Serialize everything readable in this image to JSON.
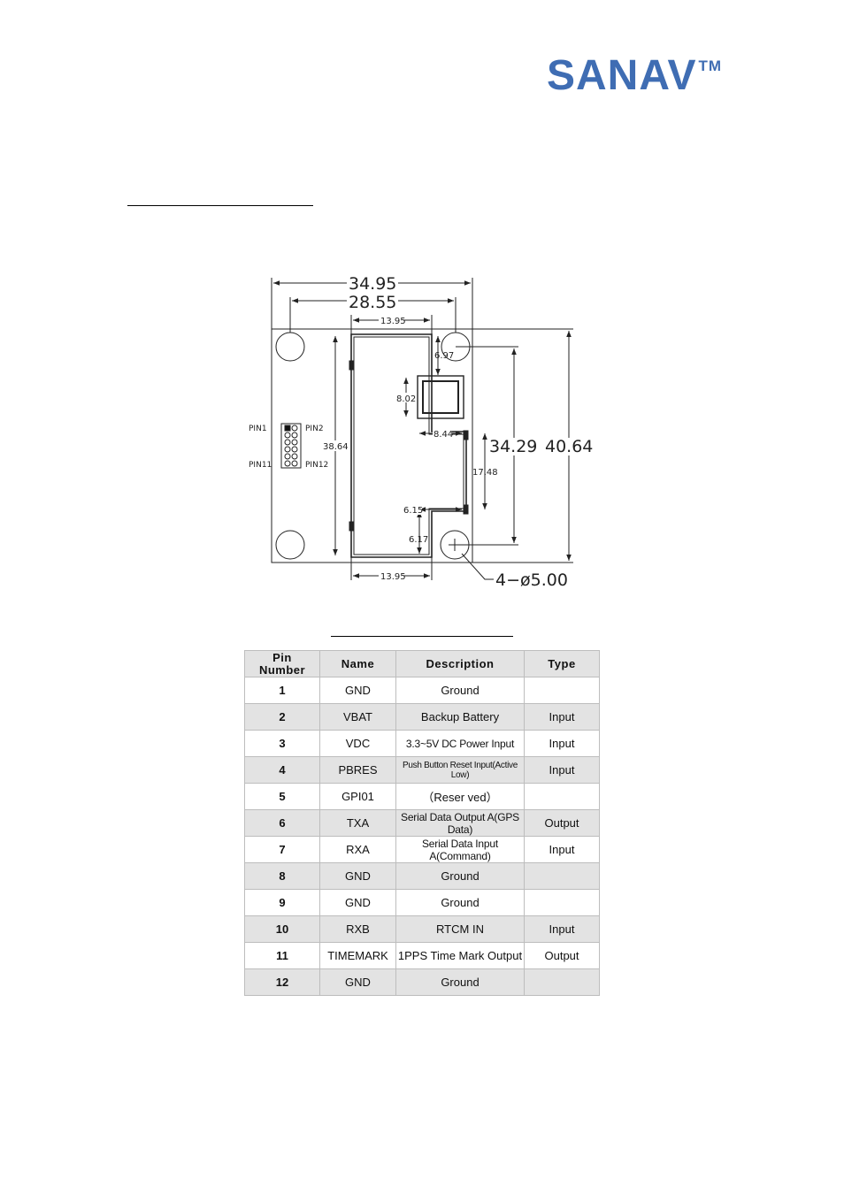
{
  "brand": {
    "name": "SANAV",
    "tm": "TM",
    "color": "#3f6db3"
  },
  "drawing": {
    "dim_total_width": "34.95",
    "dim_hole_spacing": "28.55",
    "dim_cutout_top": "13.95",
    "dim_cutout_bottom": "13.95",
    "dim_a": "6.97",
    "dim_b": "8.02",
    "dim_c": "8.44",
    "dim_d": "17.48",
    "dim_e": "6.15",
    "dim_f": "6.17",
    "dim_g": "38.64",
    "dim_height_inner": "34.29",
    "dim_height_total": "40.64",
    "holes": "4−ø5.00",
    "pin_labels": {
      "pin1": "PIN1",
      "pin2": "PIN2",
      "pin11": "PIN11",
      "pin12": "PIN12"
    }
  },
  "table": {
    "headers": [
      "Pin\nNumber",
      "Name",
      "Description",
      "Type"
    ],
    "header_pin": [
      "Pin",
      "Number"
    ],
    "header_name": "Name",
    "header_desc": "Description",
    "header_type": "Type",
    "rows": [
      {
        "pin": "1",
        "name": "GND",
        "desc": "Ground",
        "type": ""
      },
      {
        "pin": "2",
        "name": "VBAT",
        "desc": "Backup Battery",
        "type": "Input"
      },
      {
        "pin": "3",
        "name": "VDC",
        "desc": "3.3~5V DC Power Input",
        "type": "Input"
      },
      {
        "pin": "4",
        "name": "PBRES",
        "desc": "Push Button  Reset Input(Active Low)",
        "type": "Input"
      },
      {
        "pin": "5",
        "name": "GPI01",
        "desc": "（Reser ved）",
        "type": ""
      },
      {
        "pin": "6",
        "name": "TXA",
        "desc": "Serial Data Output A(GPS Data)",
        "type": "Output"
      },
      {
        "pin": "7",
        "name": "RXA",
        "desc": "Serial Data Input A(Command)",
        "type": "Input"
      },
      {
        "pin": "8",
        "name": "GND",
        "desc": "Ground",
        "type": ""
      },
      {
        "pin": "9",
        "name": "GND",
        "desc": "Ground",
        "type": ""
      },
      {
        "pin": "10",
        "name": "RXB",
        "desc": "RTCM IN",
        "type": "Input"
      },
      {
        "pin": "11",
        "name": "TIMEMARK",
        "desc": "1PPS Time Mark Output",
        "type": "Output"
      },
      {
        "pin": "12",
        "name": "GND",
        "desc": "Ground",
        "type": ""
      }
    ]
  }
}
